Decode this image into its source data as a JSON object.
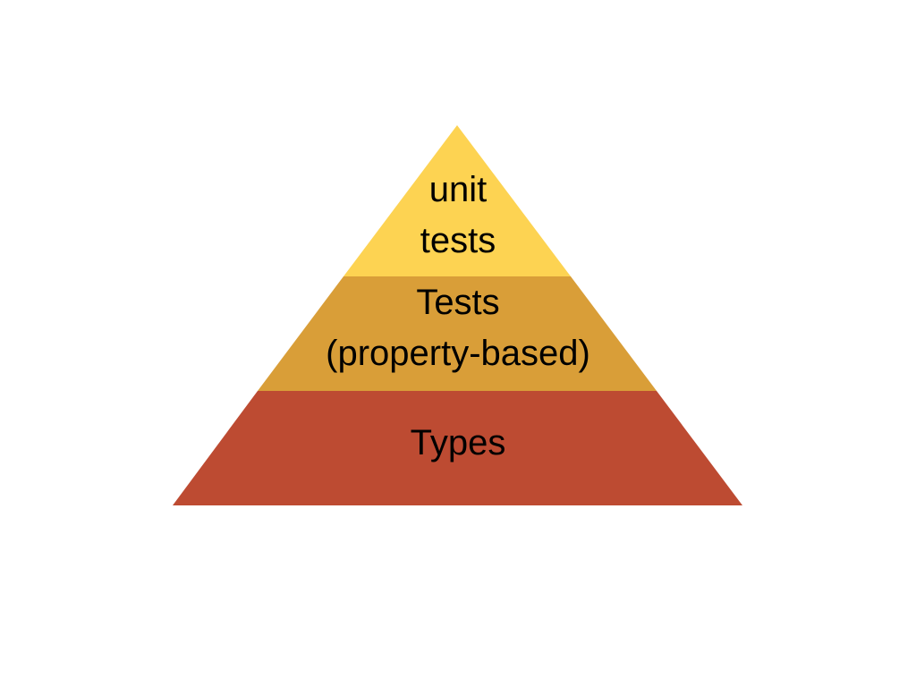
{
  "pyramid": {
    "layers": [
      {
        "name": "top",
        "lines": [
          "unit",
          "tests"
        ],
        "color": "#FDD352"
      },
      {
        "name": "middle",
        "lines": [
          "Tests",
          "(property-based)"
        ],
        "color": "#D99E38"
      },
      {
        "name": "bottom",
        "lines": [
          "Types"
        ],
        "color": "#BD4B32"
      }
    ]
  }
}
